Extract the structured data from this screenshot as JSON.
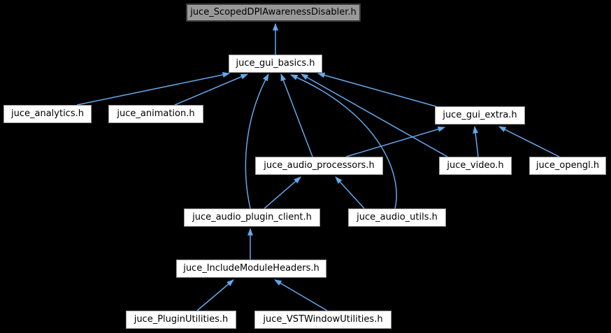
{
  "diagram": {
    "type": "include-dependency-graph",
    "background_color": "#000000",
    "arrow_color": "#63a9ed",
    "node_fill": "#ffffff",
    "node_border": "#9a9a9a",
    "root_node_fill": "#999999",
    "root_node_border": "#3c3c3c",
    "text_color": "#000000",
    "nodes": [
      {
        "id": "scoped_dpi",
        "label": "juce_ScopedDPIAwarenessDisabler.h",
        "root": true
      },
      {
        "id": "gui_basics",
        "label": "juce_gui_basics.h"
      },
      {
        "id": "analytics",
        "label": "juce_analytics.h"
      },
      {
        "id": "animation",
        "label": "juce_animation.h"
      },
      {
        "id": "gui_extra",
        "label": "juce_gui_extra.h"
      },
      {
        "id": "audio_processors",
        "label": "juce_audio_processors.h"
      },
      {
        "id": "video",
        "label": "juce_video.h"
      },
      {
        "id": "opengl",
        "label": "juce_opengl.h"
      },
      {
        "id": "plugin_client",
        "label": "juce_audio_plugin_client.h"
      },
      {
        "id": "audio_utils",
        "label": "juce_audio_utils.h"
      },
      {
        "id": "include_module_headers",
        "label": "juce_IncludeModuleHeaders.h"
      },
      {
        "id": "plugin_utilities",
        "label": "juce_PluginUtilities.h"
      },
      {
        "id": "vst_window_utilities",
        "label": "juce_VSTWindowUtilities.h"
      }
    ],
    "edges": [
      {
        "from": "gui_basics",
        "to": "scoped_dpi"
      },
      {
        "from": "analytics",
        "to": "gui_basics"
      },
      {
        "from": "animation",
        "to": "gui_basics"
      },
      {
        "from": "plugin_client",
        "to": "gui_basics"
      },
      {
        "from": "audio_processors",
        "to": "gui_basics"
      },
      {
        "from": "audio_utils",
        "to": "gui_basics"
      },
      {
        "from": "video",
        "to": "gui_basics"
      },
      {
        "from": "gui_extra",
        "to": "gui_basics"
      },
      {
        "from": "audio_processors",
        "to": "gui_extra"
      },
      {
        "from": "video",
        "to": "gui_extra"
      },
      {
        "from": "opengl",
        "to": "gui_extra"
      },
      {
        "from": "plugin_client",
        "to": "audio_processors"
      },
      {
        "from": "audio_utils",
        "to": "audio_processors"
      },
      {
        "from": "include_module_headers",
        "to": "plugin_client"
      },
      {
        "from": "plugin_utilities",
        "to": "include_module_headers"
      },
      {
        "from": "vst_window_utilities",
        "to": "include_module_headers"
      }
    ]
  }
}
